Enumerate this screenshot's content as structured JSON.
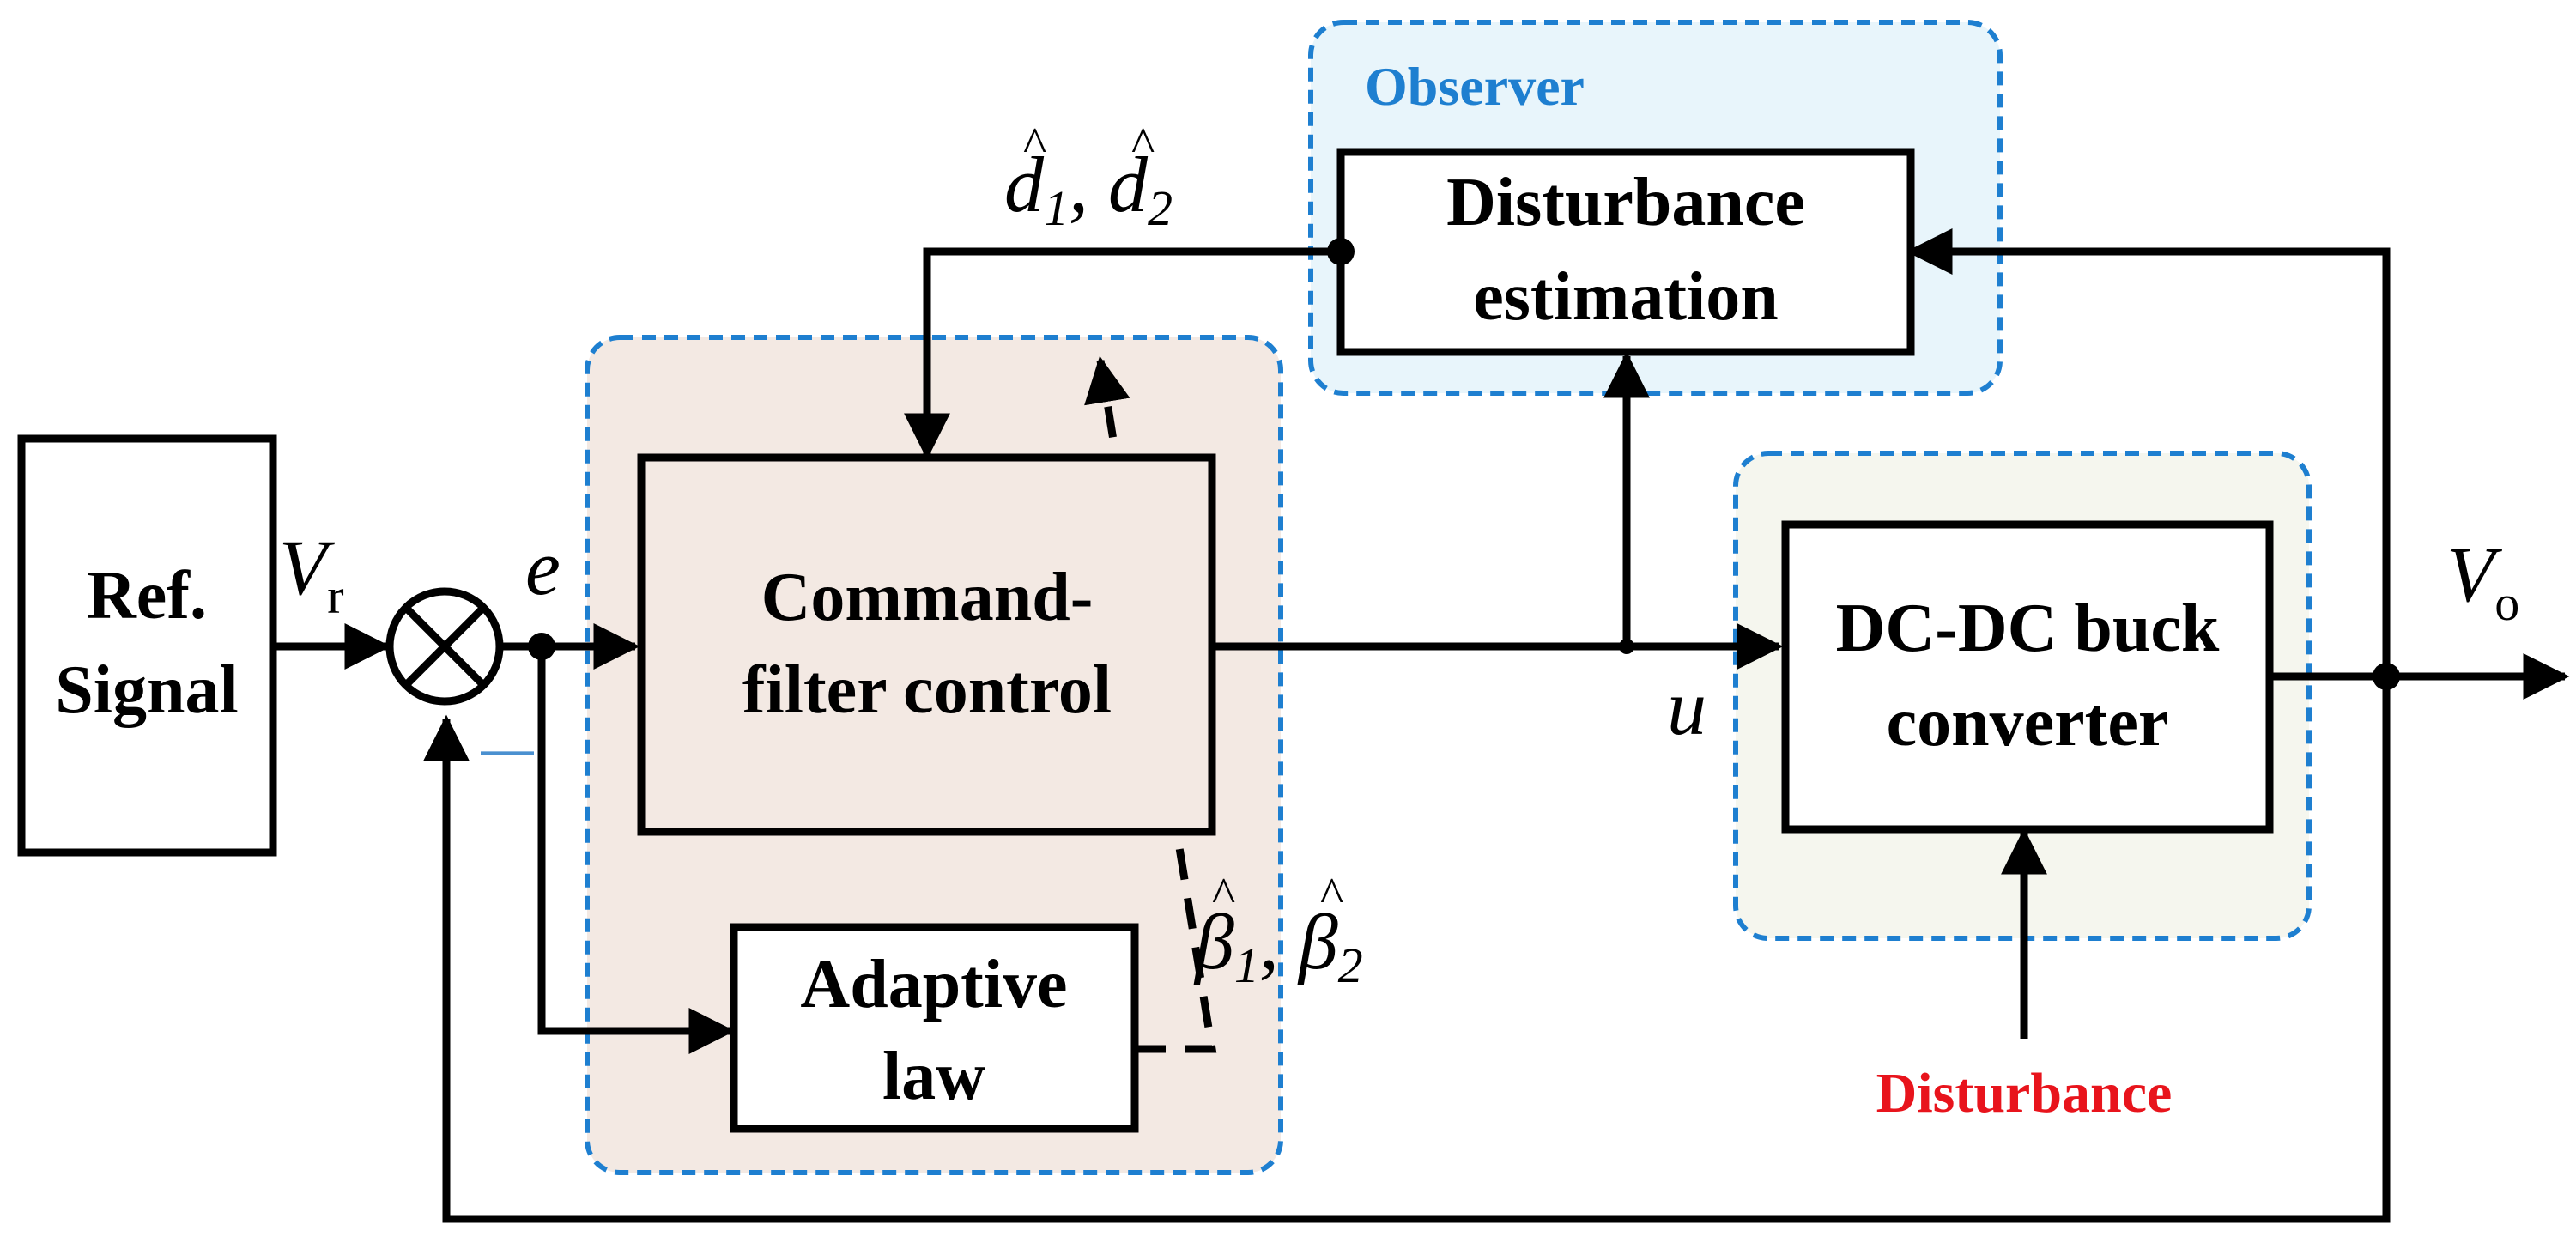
{
  "colors": {
    "region_border": "#1e7fd0",
    "observer_fill": "#e8f5fb",
    "controller_fill": "#f3e9e3",
    "plant_fill": "#f5f6ee",
    "observer_title": "#1e7fd0",
    "disturbance_text": "#e8141c",
    "minus_sign": "#4a90d0"
  },
  "regions": {
    "observer": {
      "title": "Observer"
    }
  },
  "blocks": {
    "ref_signal": {
      "line1": "Ref.",
      "line2": "Signal"
    },
    "command_filter": {
      "line1": "Command-",
      "line2": "filter control"
    },
    "adaptive_law": {
      "line1": "Adaptive",
      "line2": "law"
    },
    "disturbance_estimation": {
      "line1": "Disturbance",
      "line2": "estimation"
    },
    "buck_converter": {
      "line1": "DC-DC buck",
      "line2": "converter"
    }
  },
  "signals": {
    "reference": {
      "symbol": "V",
      "subscript": "r"
    },
    "error": {
      "symbol": "e"
    },
    "control": {
      "symbol": "u"
    },
    "output": {
      "symbol": "V",
      "subscript": "o"
    },
    "disturbance_estimates": {
      "first": "d",
      "first_sub": "1",
      "separator": ", ",
      "second": "d",
      "second_sub": "2",
      "accent": "^"
    },
    "adaptive_estimates": {
      "first": "β",
      "first_sub": "1",
      "separator": ", ",
      "second": "β",
      "second_sub": "2",
      "accent": "^"
    },
    "external_disturbance": {
      "label": "Disturbance"
    }
  },
  "summing_junction": {
    "minus_sign": "—"
  }
}
